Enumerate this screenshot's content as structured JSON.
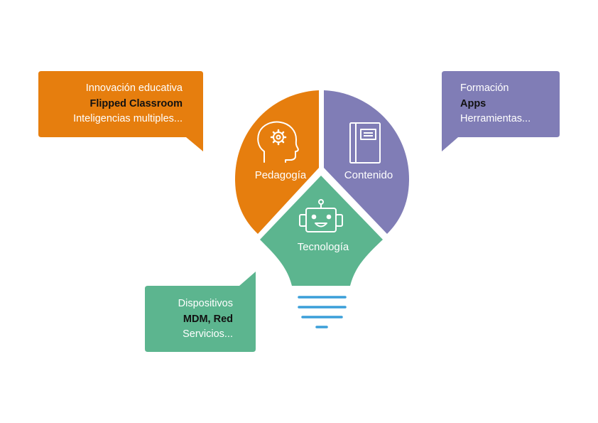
{
  "colors": {
    "pedagogia": "#e67e0e",
    "contenido": "#807db6",
    "tecnologia": "#5cb58f",
    "base_lines": "#3b9fd9",
    "bold_text": "#111111",
    "text": "#ffffff"
  },
  "segments": {
    "pedagogia": {
      "label": "Pedagogía",
      "icon": "head-gear-icon"
    },
    "contenido": {
      "label": "Contenido",
      "icon": "book-icon"
    },
    "tecnologia": {
      "label": "Tecnología",
      "icon": "robot-icon"
    }
  },
  "bubbles": {
    "pedagogia": {
      "lines": [
        "Innovación educativa",
        "Flipped Classroom",
        "Inteligencias multiples..."
      ]
    },
    "contenido": {
      "lines": [
        "Formación",
        "Apps",
        "Herramientas..."
      ]
    },
    "tecnologia": {
      "lines": [
        "Dispositivos",
        "MDM, Red",
        "Servicios..."
      ]
    }
  },
  "bulb_base_icon": "bulb-base-lines"
}
